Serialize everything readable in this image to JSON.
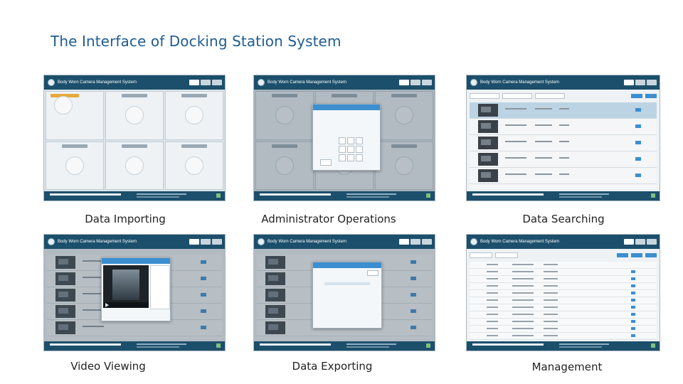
{
  "page": {
    "title": "The Interface of Docking Station System"
  },
  "app": {
    "window_title": "Body Worn Camera Management System"
  },
  "panels": [
    {
      "caption": "Data Importing"
    },
    {
      "caption": "Administrator Operations"
    },
    {
      "caption": "Data Searching"
    },
    {
      "caption": "Video Viewing"
    },
    {
      "caption": "Data Exporting"
    },
    {
      "caption": "Management"
    }
  ],
  "colors": {
    "title": "#1f5c8f",
    "header": "#1c4f6b",
    "accent": "#3b8ed0",
    "importing": "#e7a93a"
  },
  "icons": {
    "logo": "shield-logo-icon",
    "play": "play-icon"
  }
}
